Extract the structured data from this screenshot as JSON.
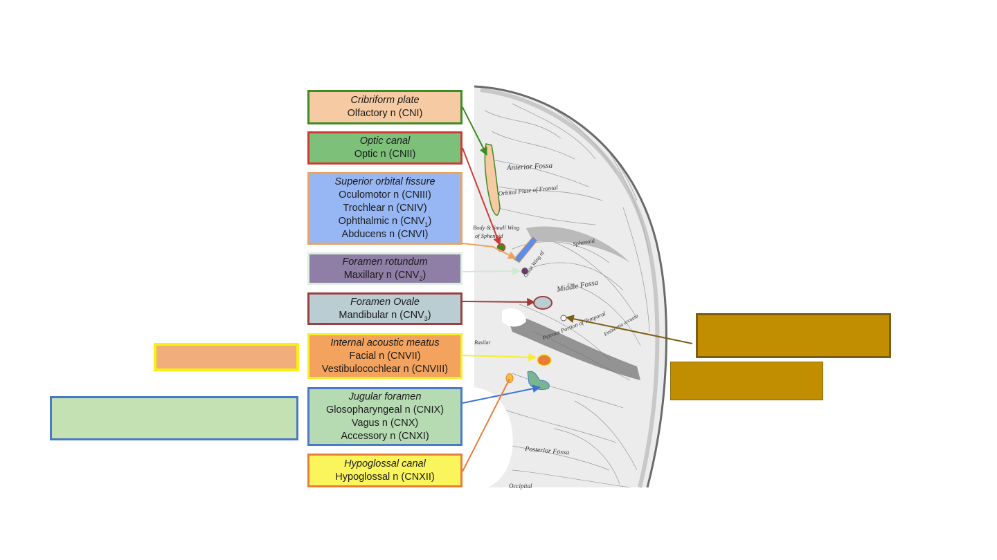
{
  "labels": [
    {
      "title": "Cribriform plate",
      "nerves": [
        "Olfactory n (CNI)"
      ]
    },
    {
      "title": "Optic canal",
      "nerves": [
        "Optic n (CNII)"
      ]
    },
    {
      "title": "Superior orbital fissure",
      "nerves": [
        "Oculomotor n (CNIII)",
        "Trochlear n (CNIV)",
        "Ophthalmic n (CNV1)",
        "Abducens n (CNVI)"
      ]
    },
    {
      "title": "Foramen rotundum",
      "nerves": [
        "Maxillary n (CNV2)"
      ]
    },
    {
      "title": "Foramen Ovale",
      "nerves": [
        "Mandibular n (CNV3)"
      ]
    },
    {
      "title": "Internal acoustic meatus",
      "nerves": [
        "Facial n (CNVII)",
        "Vestibulocochlear n (CNVIII)"
      ]
    },
    {
      "title": "Jugular foramen",
      "nerves": [
        "Glosopharyngeal n (CNIX)",
        "Vagus n (CNX)",
        "Accessory n (CNXI)"
      ]
    },
    {
      "title": "Hypoglossal canal",
      "nerves": [
        "Hypoglossal n (CNXII)"
      ]
    }
  ],
  "skull_text": {
    "anterior_fossa": "Anterior Fossa",
    "orbital_plate": "Orbital Plate of Frontal",
    "body_small_wing": "Body & Small Wing",
    "of_sphenoid": "of Sphenoid",
    "sphenoid": "Sphenoid",
    "great_wing": "Great Wing of",
    "middle_fossa": "Middle Fossa",
    "petrous": "Petrous Portion of Temporal",
    "posterior_fossa": "Posterior Fossa",
    "occipital": "Occipital",
    "basilar": "Basilar",
    "eminentia": "Eminentia arcuata"
  },
  "colors": {
    "cribriform": "#f6caa2",
    "optic": "#7cc07a",
    "sof": "#97b7f4",
    "rotundum": "#8f7fa6",
    "ovale": "#b9cdd3",
    "iam": "#f3a35e",
    "jugular": "#b6dbb3",
    "hypoglossal": "#fbf55d",
    "gold": "#c08e00"
  }
}
